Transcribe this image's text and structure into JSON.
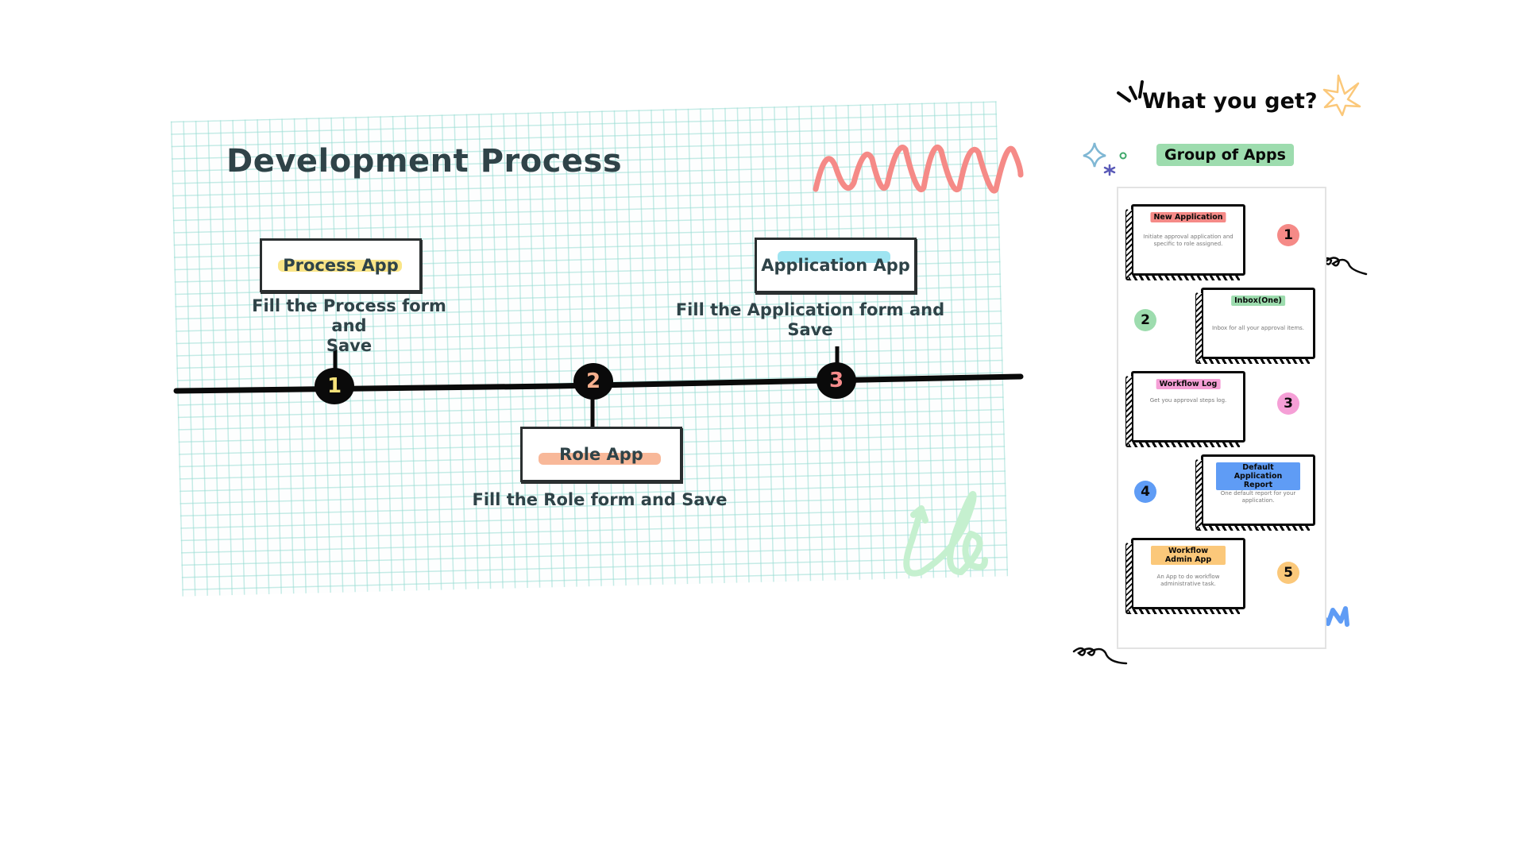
{
  "left_panel": {
    "title": "Development Process",
    "steps": [
      {
        "number": "1",
        "app_label": "Process App",
        "description_line1": "Fill the Process form and",
        "description_line2": "Save",
        "highlight_color": "#f9e27a",
        "number_color": "#f6e27a"
      },
      {
        "number": "2",
        "app_label": "Role App",
        "description_line1": "Fill the Role form and Save",
        "description_line2": "",
        "highlight_color": "#f7b08e",
        "number_color": "#f7b08e"
      },
      {
        "number": "3",
        "app_label": "Application App",
        "description_line1": "Fill the Application form and",
        "description_line2": "Save",
        "highlight_color": "#93e1ef",
        "number_color": "#f78c8c"
      }
    ]
  },
  "right_panel": {
    "title": "What you get?",
    "group_label": "Group of Apps",
    "cards": [
      {
        "number": "1",
        "tag": "New Application",
        "description": "Initiate approval application and specific to role assigned.",
        "tag_color": "#f58a87",
        "badge_color": "#f58a87"
      },
      {
        "number": "2",
        "tag": "Inbox(One)",
        "description": "Inbox for all your approval items.",
        "tag_color": "#9ddcae",
        "badge_color": "#9ddcae"
      },
      {
        "number": "3",
        "tag": "Workflow Log",
        "description": "Get you approval steps log.",
        "tag_color": "#f59fd6",
        "badge_color": "#f59fd6"
      },
      {
        "number": "4",
        "tag": "Default Application Report",
        "description": "One default report for your application.",
        "tag_color": "#5f9cf5",
        "badge_color": "#5f9cf5"
      },
      {
        "number": "5",
        "tag": "Workflow Admin App",
        "description": "An App to do workflow administrative task.",
        "tag_color": "#fbc87a",
        "badge_color": "#fbc87a"
      }
    ]
  },
  "decorations": {
    "zigzag_color": "#f58a87",
    "loop_color": "#c5f0cf",
    "star_color": "#fbc87a",
    "scribble_color": "#5f9cf5"
  }
}
